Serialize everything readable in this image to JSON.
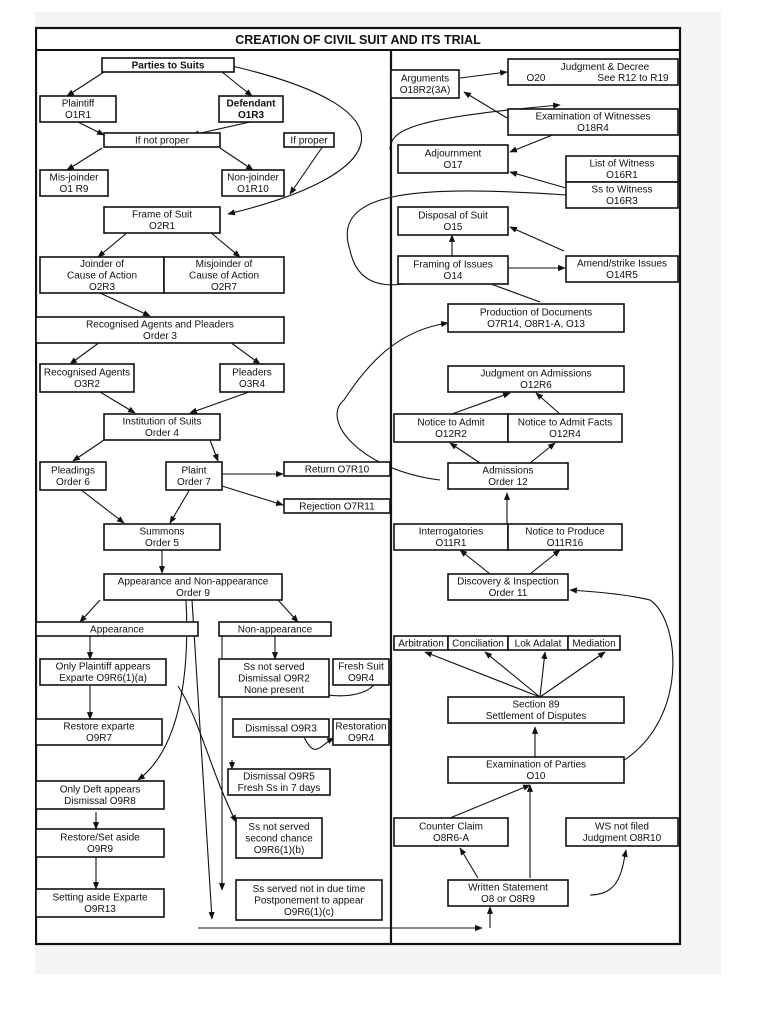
{
  "title": "CREATION OF CIVIL SUIT AND ITS TRIAL",
  "boxes": {
    "parties": [
      "Parties to Suits"
    ],
    "plaintiff": [
      "Plaintiff",
      "O1R1"
    ],
    "defendant": [
      "Defendant",
      "O1R3"
    ],
    "if_not_proper": [
      "If not proper"
    ],
    "if_proper": [
      "If proper"
    ],
    "misjoinder": [
      "Mis-joinder",
      "O1 R9"
    ],
    "nonjoinder": [
      "Non-joinder",
      "O1R10"
    ],
    "frame": [
      "Frame of Suit",
      "O2R1"
    ],
    "joinder_cause": [
      "Joinder of",
      "Cause of Action",
      "O2R3"
    ],
    "misjoinder_cause": [
      "Misjoinder of",
      "Cause of Action",
      "O2R7"
    ],
    "agents_pleaders": [
      "Recognised Agents and Pleaders",
      "Order 3"
    ],
    "recognised_agents": [
      "Recognised Agents",
      "O3R2"
    ],
    "pleaders": [
      "Pleaders",
      "O3R4"
    ],
    "institution": [
      "Institution of Suits",
      "Order 4"
    ],
    "pleadings": [
      "Pleadings",
      "Order 6"
    ],
    "plaint": [
      "Plaint",
      "Order 7"
    ],
    "return": [
      "Return O7R10"
    ],
    "rejection": [
      "Rejection O7R11"
    ],
    "summons": [
      "Summons",
      "Order 5"
    ],
    "appearance_nonappearance": [
      "Appearance and Non-appearance",
      "Order 9"
    ],
    "appearance": [
      "Appearance"
    ],
    "non_appearance": [
      "Non-appearance"
    ],
    "only_plaintiff": [
      "Only Plaintiff appears",
      "Exparte O9R6(1)(a)"
    ],
    "ss_not_served": [
      "Ss not served",
      "Dismissal O9R2",
      "None present"
    ],
    "fresh_suit": [
      "Fresh Suit",
      "O9R4"
    ],
    "restore_exparte": [
      "Restore exparte",
      "O9R7"
    ],
    "dismissal_o9r3": [
      "Dismissal O9R3"
    ],
    "restoration": [
      "Restoration",
      "O9R4"
    ],
    "dismissal_o9r5": [
      "Dismissal O9R5",
      "Fresh Ss in 7 days"
    ],
    "only_deft": [
      "Only Deft appears",
      "Dismissal O9R8"
    ],
    "ss_second_chance": [
      "Ss not served",
      "second chance",
      "O9R6(1)(b)"
    ],
    "restore_set_aside": [
      "Restore/Set aside",
      "O9R9"
    ],
    "ss_not_due_time": [
      "Ss served not in due time",
      "Postponement to appear",
      "O9R6(1)(c)"
    ],
    "setting_aside": [
      "Setting aside Exparte",
      "O9R13"
    ],
    "arguments": [
      "Arguments",
      "O18R2(3A)"
    ],
    "judgment_decree_1": [
      "Judgment & Decree"
    ],
    "judgment_decree_2a": [
      "O20"
    ],
    "judgment_decree_2b": [
      "See R12 to R19"
    ],
    "exam_witnesses": [
      "Examination of Witnesses",
      "O18R4"
    ],
    "adjournment": [
      "Adjournment",
      "O17"
    ],
    "list_witness": [
      "List of Witness",
      "O16R1"
    ],
    "ss_witness": [
      "Ss to Witness",
      "O16R3"
    ],
    "disposal": [
      "Disposal of Suit",
      "O15"
    ],
    "framing_issues": [
      "Framing of Issues",
      "O14"
    ],
    "amend_issues": [
      "Amend/strike Issues",
      "O14R5"
    ],
    "production_docs": [
      "Production of Documents",
      "O7R14, O8R1-A, O13"
    ],
    "judgment_admissions": [
      "Judgment on Admissions",
      "O12R6"
    ],
    "notice_admit": [
      "Notice to Admit",
      "O12R2"
    ],
    "notice_admit_facts": [
      "Notice to Admit Facts",
      "O12R4"
    ],
    "admissions": [
      "Admissions",
      "Order 12"
    ],
    "interrogatories": [
      "Interrogatories",
      "O11R1"
    ],
    "notice_produce": [
      "Notice to Produce",
      "O11R16"
    ],
    "discovery": [
      "Discovery & Inspection",
      "Order 11"
    ],
    "arbitration": [
      "Arbitration"
    ],
    "conciliation": [
      "Conciliation"
    ],
    "lok_adalat": [
      "Lok Adalat"
    ],
    "mediation": [
      "Mediation"
    ],
    "section89": [
      "Section 89",
      "Settlement of Disputes"
    ],
    "exam_parties": [
      "Examination of Parties",
      "O10"
    ],
    "counter_claim": [
      "Counter Claim",
      "O8R6-A"
    ],
    "ws_not_filed": [
      "WS not filed",
      "Judgment O8R10"
    ],
    "written_statement": [
      "Written Statement",
      "O8 or O8R9"
    ]
  }
}
